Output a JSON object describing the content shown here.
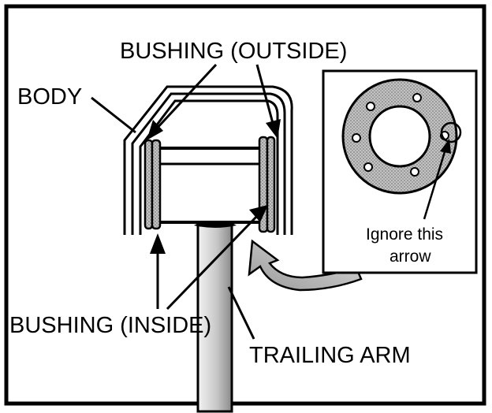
{
  "labels": {
    "bushing_outside": "BUSHING (OUTSIDE)",
    "body": "BODY",
    "bushing_inside": "BUSHING (INSIDE)",
    "trailing_arm": "TRAILING ARM",
    "note_line1": "Ignore this",
    "note_line2": "arrow"
  },
  "colors": {
    "ink": "#000000",
    "paper": "#ffffff",
    "shade": "#b8b8b8",
    "dot_shade": "#9a9a9a"
  }
}
